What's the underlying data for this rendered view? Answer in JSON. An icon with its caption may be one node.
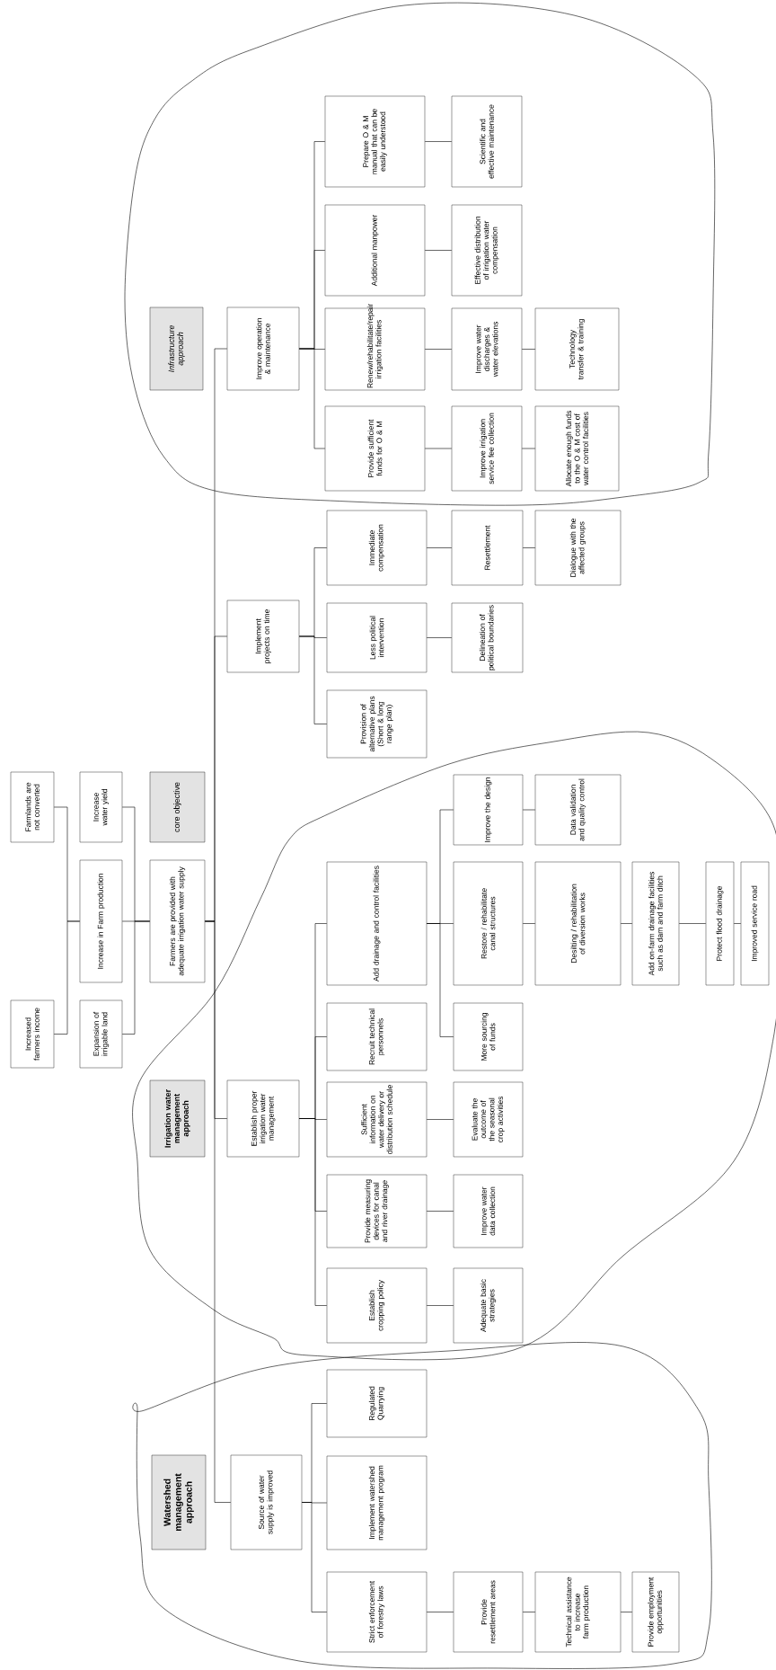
{
  "diagram": {
    "nodes": [
      {
        "text": [],
        "shape": "cloud"
      },
      {
        "text": [
          "Infrastructure approach"
        ],
        "in": 0
      },
      {
        "text": [
          "Improve operation & maintenance"
        ],
        "in": 0
      },
      {
        "text": [
          "Prepare O & M manual that can be easily understood"
        ],
        "in": 0
      },
      {
        "text": [
          "Scientific and effective maintenance"
        ],
        "in": 0
      },
      {
        "text": [
          "Additional manpower"
        ],
        "in": 0
      },
      {
        "text": [
          "Effective distribution of irrigation water compensation"
        ],
        "in": 0
      },
      {
        "text": [
          "Renew/rehabilitate/repair irrigation facilities"
        ],
        "in": 0
      },
      {
        "text": [
          "Improve water discharges & water elevations"
        ],
        "in": 0
      },
      {
        "text": [
          "Technology transfer & training"
        ],
        "in": 0
      },
      {
        "text": [
          "Provide sufficient funds for O & M"
        ],
        "in": 0
      },
      {
        "text": [
          "Improve irrigation service fee collection"
        ],
        "in": 0
      },
      {
        "text": [
          "Allocate enough funds to the O & M cost of water control facilities"
        ],
        "in": 0
      },
      {
        "text": [
          "Implement projects on time"
        ]
      },
      {
        "text": [
          "Immediate compensation"
        ]
      },
      {
        "text": [
          "Resettlement"
        ]
      },
      {
        "text": [
          "Dialogue with the affected groups"
        ]
      },
      {
        "text": [
          "Less political intervention"
        ]
      },
      {
        "text": [
          "Delineation of political boundaries"
        ]
      },
      {
        "text": [
          "Provision of alternative plans (Short & long range plan)"
        ]
      },
      {
        "text": [
          "Farmlands are not converted"
        ]
      },
      {
        "text": [
          "Increase water yield"
        ]
      },
      {
        "text": [
          "core objective"
        ]
      },
      {
        "text": [
          "Increase in Farm production"
        ]
      },
      {
        "text": [
          "Farmers are provided with adequate irrigation water supply"
        ]
      },
      {
        "text": [
          "Increased farmers income"
        ]
      },
      {
        "text": [
          "Expansion of irrigable land"
        ]
      },
      {
        "text": [],
        "shape": "cloud"
      },
      {
        "text": [
          "Irrigation water management approach"
        ],
        "in": 27
      },
      {
        "text": [
          "Establish proper irrigation water management"
        ],
        "in": 27
      },
      {
        "text": [
          "Add drainage and control facilities"
        ],
        "in": 27
      },
      {
        "text": [
          "Improve the design"
        ],
        "in": 27
      },
      {
        "text": [
          "Data validation and quality control"
        ],
        "in": 27
      },
      {
        "text": [
          "Restore / rehabilitate canal structures"
        ],
        "in": 27
      },
      {
        "text": [
          "Desilting / rehabilitation of diversion works"
        ],
        "in": 27
      },
      {
        "text": [
          "Add on-farm drainage facilities such as dam and farm ditch"
        ],
        "in": 27
      },
      {
        "text": [
          "Protect flood drainage"
        ],
        "in": 27
      },
      {
        "text": [
          "Improved service road"
        ],
        "in": 27
      },
      {
        "text": [
          "More sourcing of funds"
        ],
        "in": 27
      },
      {
        "text": [
          "Recruit technical personnels"
        ],
        "in": 27
      },
      {
        "text": [
          "Sufficient information on water delivery or distribution schedule"
        ],
        "in": 27
      },
      {
        "text": [
          "Evaluate the outcome of the seasonal crop activities"
        ],
        "in": 27
      },
      {
        "text": [
          "Provide measuring devices for canal and river drainage"
        ],
        "in": 27
      },
      {
        "text": [
          "Improve water data collection"
        ],
        "in": 27
      },
      {
        "text": [
          "Establish cropping policy"
        ],
        "in": 27
      },
      {
        "text": [
          "Adequate basic strategies"
        ],
        "in": 27
      },
      {
        "text": [],
        "shape": "cloud"
      },
      {
        "text": [
          "Regulated Quarrying"
        ],
        "in": 46
      },
      {
        "text": [
          "Watershed management approach"
        ],
        "in": 46
      },
      {
        "text": [
          "Source of water supply is improved"
        ],
        "in": 46
      },
      {
        "text": [
          "Implement watershed management program"
        ],
        "in": 46
      },
      {
        "text": [
          "Strict enforcement of forestry laws"
        ],
        "in": 46
      },
      {
        "text": [
          "Provide resettlement areas"
        ],
        "in": 46
      },
      {
        "text": [
          "Technical assistance to increase farm production"
        ],
        "in": 46
      },
      {
        "text": [
          "Provide employment opportunities"
        ],
        "in": 46
      }
    ],
    "edges": [
      {
        "from": 2,
        "to": 3,
        "arrow": "none"
      },
      {
        "from": 2,
        "to": 5,
        "arrow": "none"
      },
      {
        "from": 2,
        "to": 7,
        "arrow": "none"
      },
      {
        "from": 2,
        "to": 10,
        "arrow": "none"
      },
      {
        "from": 3,
        "to": 4,
        "arrow": "none"
      },
      {
        "from": 5,
        "to": 6,
        "arrow": "none"
      },
      {
        "from": 7,
        "to": 8,
        "arrow": "none"
      },
      {
        "from": 8,
        "to": 9,
        "arrow": "none"
      },
      {
        "from": 10,
        "to": 11,
        "arrow": "none"
      },
      {
        "from": 11,
        "to": 12,
        "arrow": "none"
      },
      {
        "from": 13,
        "to": 14,
        "arrow": "none"
      },
      {
        "from": 13,
        "to": 17,
        "arrow": "none"
      },
      {
        "from": 13,
        "to": 19,
        "arrow": "none"
      },
      {
        "from": 14,
        "to": 15,
        "arrow": "none"
      },
      {
        "from": 15,
        "to": 16,
        "arrow": "none"
      },
      {
        "from": 17,
        "to": 18,
        "arrow": "none"
      },
      {
        "from": 23,
        "to": 20,
        "arrow": "none"
      },
      {
        "from": 23,
        "to": 25,
        "arrow": "none"
      },
      {
        "from": 24,
        "to": 21,
        "arrow": "none"
      },
      {
        "from": 24,
        "to": 23,
        "arrow": "none"
      },
      {
        "from": 24,
        "to": 26,
        "arrow": "none"
      },
      {
        "from": 24,
        "to": 2,
        "arrow": "none"
      },
      {
        "from": 24,
        "to": 13,
        "arrow": "none"
      },
      {
        "from": 24,
        "to": 29,
        "arrow": "none"
      },
      {
        "from": 24,
        "to": 49,
        "arrow": "none"
      },
      {
        "from": 29,
        "to": 30,
        "arrow": "none"
      },
      {
        "from": 29,
        "to": 39,
        "arrow": "none"
      },
      {
        "from": 29,
        "to": 40,
        "arrow": "none"
      },
      {
        "from": 29,
        "to": 42,
        "arrow": "none"
      },
      {
        "from": 29,
        "to": 44,
        "arrow": "none"
      },
      {
        "from": 30,
        "to": 31,
        "arrow": "none"
      },
      {
        "from": 30,
        "to": 33,
        "arrow": "none"
      },
      {
        "from": 30,
        "to": 38,
        "arrow": "none"
      },
      {
        "from": 31,
        "to": 32,
        "arrow": "none"
      },
      {
        "from": 33,
        "to": 34,
        "arrow": "none"
      },
      {
        "from": 34,
        "to": 35,
        "arrow": "none"
      },
      {
        "from": 35,
        "to": 36,
        "arrow": "none"
      },
      {
        "from": 36,
        "to": 37,
        "arrow": "none"
      },
      {
        "from": 40,
        "to": 41,
        "arrow": "none"
      },
      {
        "from": 42,
        "to": 43,
        "arrow": "none"
      },
      {
        "from": 44,
        "to": 45,
        "arrow": "none"
      },
      {
        "from": 49,
        "to": 47,
        "arrow": "none"
      },
      {
        "from": 49,
        "to": 50,
        "arrow": "none"
      },
      {
        "from": 49,
        "to": 51,
        "arrow": "none"
      },
      {
        "from": 51,
        "to": 52,
        "arrow": "none"
      },
      {
        "from": 52,
        "to": 53,
        "arrow": "none"
      },
      {
        "from": 53,
        "to": 54,
        "arrow": "none"
      }
    ]
  }
}
